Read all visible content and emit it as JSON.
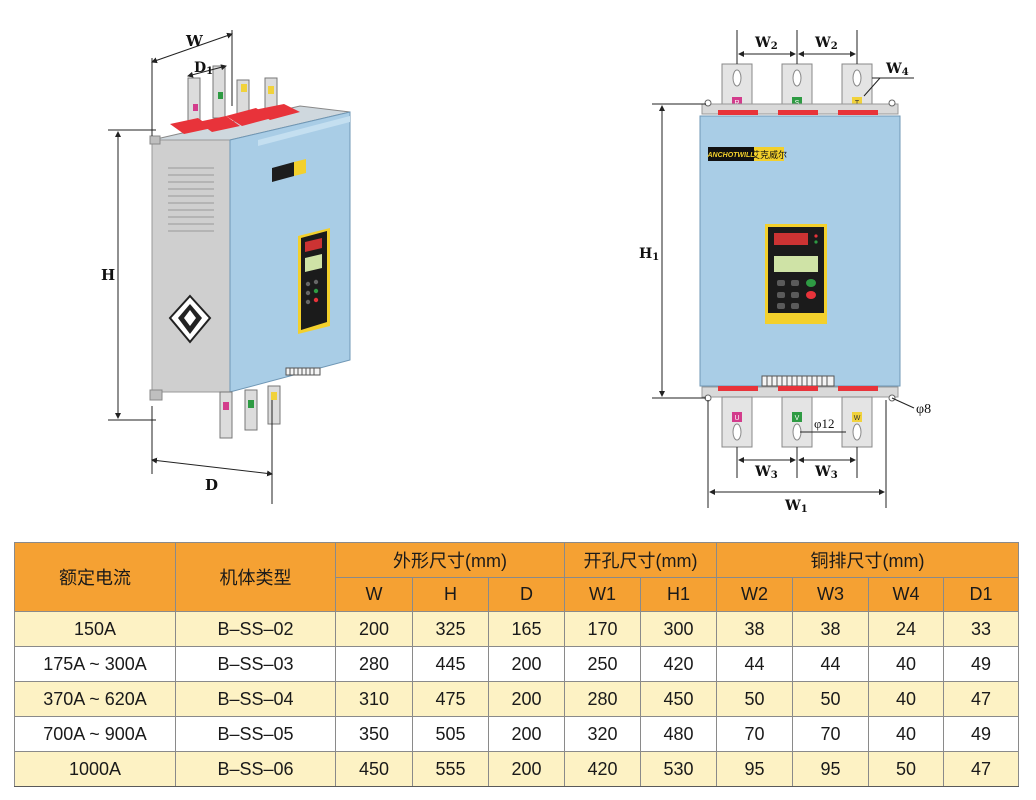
{
  "dimension_labels": {
    "W": "W",
    "D1": "D",
    "D1_sub": "1",
    "H": "H",
    "D": "D",
    "W2a": "W",
    "W2a_sub": "2",
    "W2b": "W",
    "W2b_sub": "2",
    "W4": "W",
    "W4_sub": "4",
    "H1": "H",
    "H1_sub": "1",
    "W3a": "W",
    "W3a_sub": "3",
    "W3b": "W",
    "W3b_sub": "3",
    "W1": "W",
    "W1_sub": "1",
    "phi8": "φ8",
    "phi12": "φ12"
  },
  "terminal_labels": {
    "top": [
      "R",
      "S",
      "T"
    ],
    "bottom": [
      "U",
      "V",
      "W"
    ]
  },
  "brand": {
    "logo_text": "ANCHOTWILL",
    "chinese": "艾克威尔"
  },
  "colors": {
    "header_orange": "#f5a133",
    "row_cream": "#fdf2c4",
    "panel_blue": "#a9cde6",
    "terminal_red": "#e8333a"
  },
  "table": {
    "group_headers": {
      "rated_current": "额定电流",
      "body_type": "机体类型",
      "outer_size": "外形尺寸(mm)",
      "hole_size": "开孔尺寸(mm)",
      "busbar_size": "铜排尺寸(mm)"
    },
    "sub_headers": [
      "W",
      "H",
      "D",
      "W1",
      "H1",
      "W2",
      "W3",
      "W4",
      "D1"
    ],
    "rows": [
      [
        "150A",
        "B–SS–02",
        "200",
        "325",
        "165",
        "170",
        "300",
        "38",
        "38",
        "24",
        "33"
      ],
      [
        "175A ~ 300A",
        "B–SS–03",
        "280",
        "445",
        "200",
        "250",
        "420",
        "44",
        "44",
        "40",
        "49"
      ],
      [
        "370A ~ 620A",
        "B–SS–04",
        "310",
        "475",
        "200",
        "280",
        "450",
        "50",
        "50",
        "40",
        "47"
      ],
      [
        "700A ~ 900A",
        "B–SS–05",
        "350",
        "505",
        "200",
        "320",
        "480",
        "70",
        "70",
        "40",
        "49"
      ],
      [
        "1000A",
        "B–SS–06",
        "450",
        "555",
        "200",
        "420",
        "530",
        "95",
        "95",
        "50",
        "47"
      ]
    ]
  }
}
